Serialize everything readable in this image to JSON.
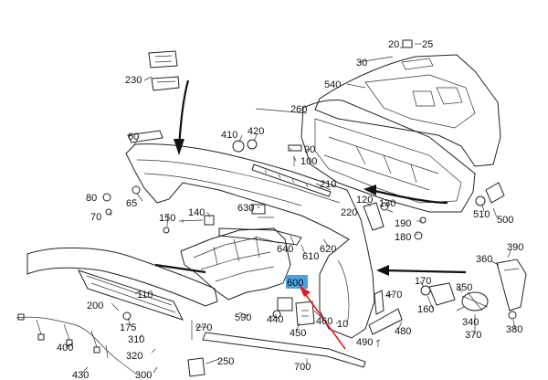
{
  "diagram": {
    "labels": {
      "p20": "20",
      "p25": "25",
      "p30": "30",
      "p540": "540",
      "p230": "230",
      "p260": "260",
      "p60": "60",
      "p410": "410",
      "p420": "420",
      "p90": "90",
      "p100": "100",
      "p210": "210",
      "p80": "80",
      "p65": "65",
      "p70": "70",
      "p150": "150",
      "p140": "140",
      "p630": "630",
      "p120": "120",
      "p130": "130",
      "p220": "220",
      "p190": "190",
      "p180": "180",
      "p510": "510",
      "p500": "500",
      "p640": "640",
      "p610": "610",
      "p620": "620",
      "p360": "360",
      "p390": "390",
      "p110": "110",
      "p200": "200",
      "p175": "175",
      "p310": "310",
      "p320": "320",
      "p400": "400",
      "p430": "430",
      "p300": "300",
      "p270": "270",
      "p250": "250",
      "p590": "590",
      "p440": "440",
      "p600": "600",
      "p450": "450",
      "p460": "460",
      "p10": "10",
      "p700": "700",
      "p470": "470",
      "p480": "480",
      "p490": "490",
      "p170": "170",
      "p160": "160",
      "p350": "350",
      "p340": "340",
      "p370": "370",
      "p380": "380"
    },
    "highlighted_part": "600",
    "colors": {
      "highlight": "#4aa3e0",
      "arrow": "#e02020",
      "line": "#222222"
    }
  }
}
